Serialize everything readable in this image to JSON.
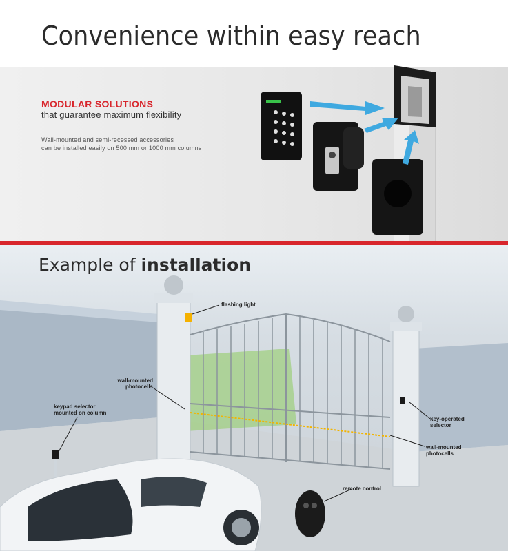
{
  "header": {
    "title": "Convenience within easy reach"
  },
  "modular": {
    "heading": "MODULAR SOLUTIONS",
    "subheading": "that guarantee maximum flexibility",
    "body_line1": "Wall-mounted and semi-recessed accessories",
    "body_line2": "can be installed easily on 500 mm or 1000 mm columns"
  },
  "installation": {
    "title_plain": "Example of",
    "title_bold": "installation",
    "labels": {
      "flashing_light": "flashing light",
      "wall_photocells_left_1": "wall-mounted",
      "wall_photocells_left_2": "photocells",
      "keypad_1": "keypad selector",
      "keypad_2": "mounted on column",
      "key_selector_1": "key-operated",
      "key_selector_2": "selector",
      "wall_photocells_right_1": "wall-mounted",
      "wall_photocells_right_2": "photocells",
      "remote_control": "remote control"
    }
  },
  "colors": {
    "accent": "#d8262c",
    "arrow": "#3fa9e0"
  }
}
